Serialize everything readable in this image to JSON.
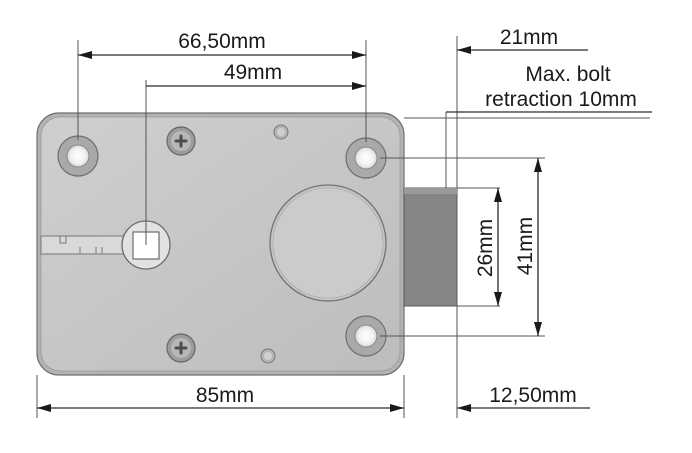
{
  "drawing": {
    "labels": {
      "width_outer_holes": "66,50mm",
      "spindle_to_hole": "49mm",
      "bolt_projection": "21mm",
      "bolt_retraction_line1": "Max. bolt",
      "bolt_retraction_line2": "retraction 10mm",
      "bolt_height": "26mm",
      "hole_spacing_vertical": "41mm",
      "body_width": "85mm",
      "bolt_offset": "12,50mm"
    }
  }
}
